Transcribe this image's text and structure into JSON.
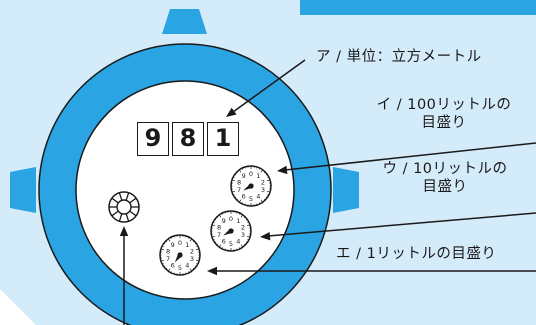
{
  "counter": {
    "digits": [
      "9",
      "8",
      "1"
    ]
  },
  "dial": {
    "numbers": [
      "0",
      "1",
      "2",
      "3",
      "4",
      "5",
      "6",
      "7",
      "8",
      "9"
    ]
  },
  "labels": {
    "a_unit": "ア / 単位：立方メートル",
    "i_100l_line1": "イ / 100リットルの",
    "i_100l_line2": "目盛り",
    "u_10l_line1": "ウ / 10リットルの",
    "u_10l_line2": "目盛り",
    "e_1l": "エ / 1リットルの目盛り"
  },
  "colors": {
    "background": "#d4ebfa",
    "ring": "#2aa4e2",
    "face": "#ffffff",
    "line": "#1a1a1a"
  }
}
